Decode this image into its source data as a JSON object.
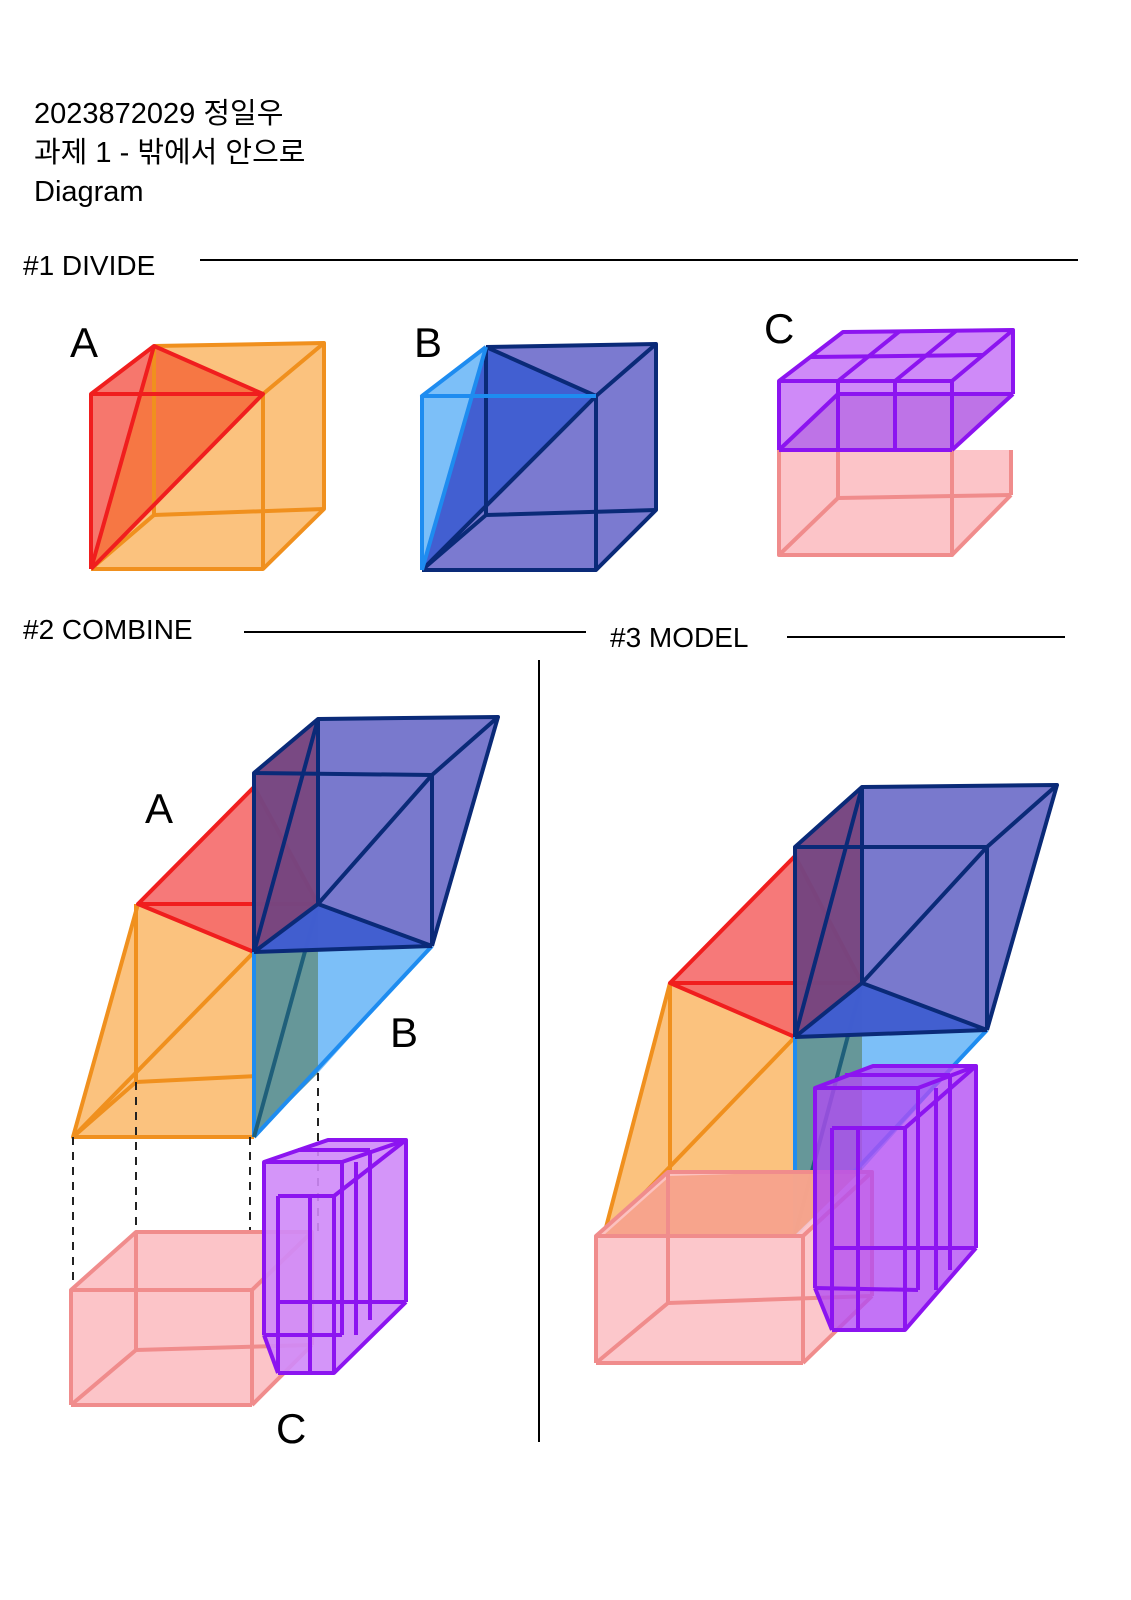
{
  "header": {
    "line1": "2023872029 정일우",
    "line2": "과제 1 - 밖에서 안으로",
    "line3": "Diagram"
  },
  "sections": {
    "divide": "#1 DIVIDE",
    "combine": "#2 COMBINE",
    "model": "#3 MODEL"
  },
  "labels": {
    "a": "A",
    "b": "B",
    "c": "C"
  },
  "colors": {
    "red": "#f01e1e",
    "orange": "#f0901e",
    "blue_light": "#1e8cf0",
    "blue_dark": "#0a2a78",
    "purple": "#8c14f0",
    "pink": "#f08c8c"
  }
}
